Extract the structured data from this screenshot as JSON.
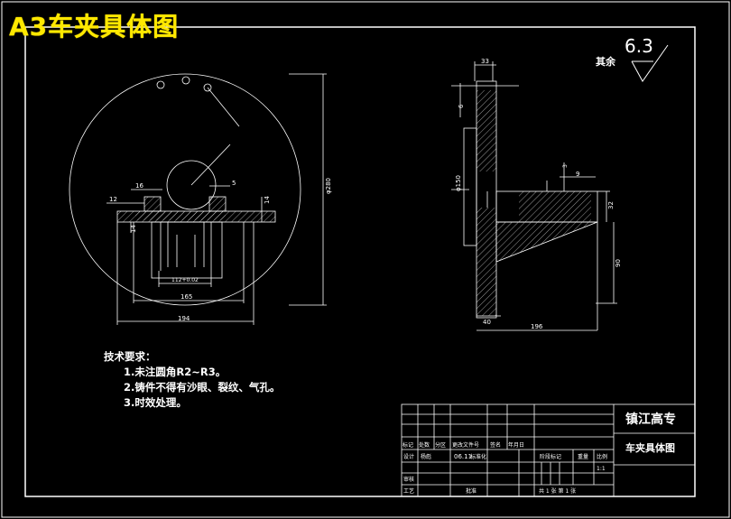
{
  "page_title": "A3车夹具体图",
  "roughness": {
    "label": "其余",
    "value": "6.3"
  },
  "dimensions": {
    "outer_diameter": "φ280",
    "width_194": "194",
    "width_165": "165",
    "width_112": "112+0.02",
    "height_40": "40",
    "width_196": "196",
    "height_90": "90",
    "height_32": "32",
    "dia_150": "φ150",
    "d12": "12",
    "d16": "16",
    "d5": "5",
    "d14": "14",
    "d14b": "14",
    "d9": "9",
    "d33": "33",
    "d6": "6",
    "d3": "3"
  },
  "requirements": {
    "heading": "技术要求：",
    "items": [
      "1.未注圆角R2~R3。",
      "2.铸件不得有沙眼、裂纹、气孔。",
      "3.时效处理。"
    ]
  },
  "title_block": {
    "school": "镇江高专",
    "drawing_name": "车夹具体图",
    "labels": [
      "标记",
      "处数",
      "分区",
      "更改文件号",
      "签名",
      "年月日"
    ],
    "design_label": "设计",
    "designer": "杨彪",
    "date": "06.11",
    "std_label": "标准化",
    "stage_label": "阶段标记",
    "weight_label": "重量",
    "scale_label": "比例",
    "scale": "1:1",
    "review_label": "审核",
    "process_label": "工艺",
    "approve_label": "批准",
    "sheet_info": "共 1 张 第 1 张"
  }
}
